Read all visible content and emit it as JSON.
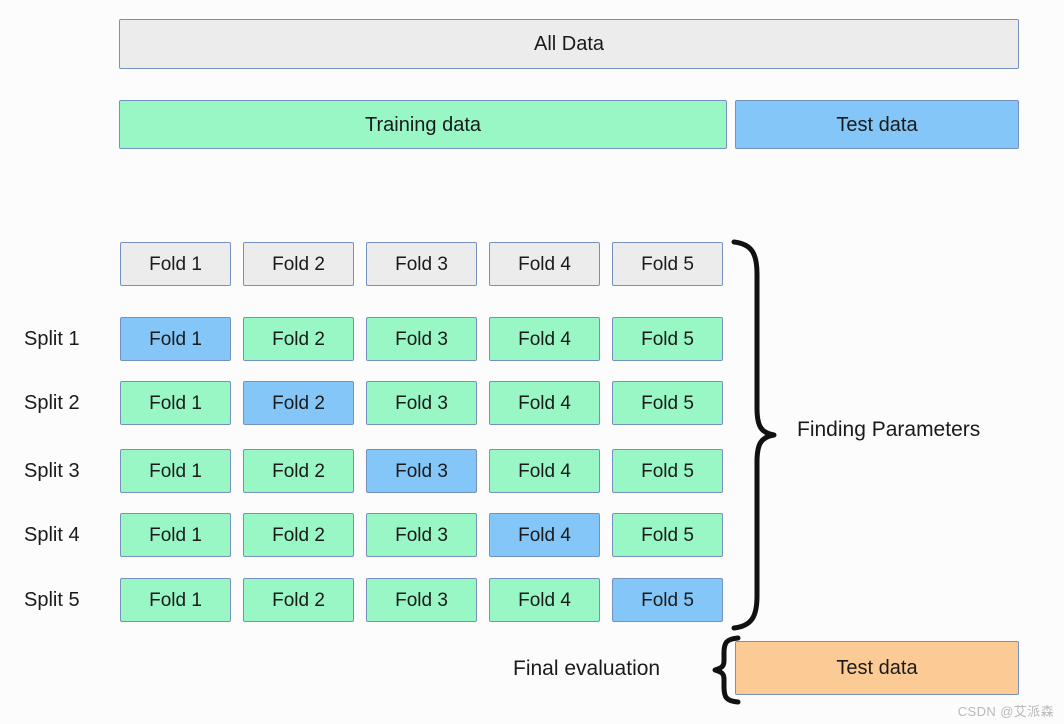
{
  "diagram": {
    "title_boxes": {
      "all_data": "All Data",
      "training_data": "Training data",
      "test_data": "Test data"
    },
    "fold_header": {
      "folds": [
        "Fold 1",
        "Fold 2",
        "Fold 3",
        "Fold 4",
        "Fold 5"
      ]
    },
    "splits": [
      {
        "label": "Split 1",
        "folds": [
          "Fold 1",
          "Fold 2",
          "Fold 3",
          "Fold 4",
          "Fold 5"
        ],
        "validation_index": 0
      },
      {
        "label": "Split 2",
        "folds": [
          "Fold 1",
          "Fold 2",
          "Fold 3",
          "Fold 4",
          "Fold 5"
        ],
        "validation_index": 1
      },
      {
        "label": "Split 3",
        "folds": [
          "Fold 1",
          "Fold 2",
          "Fold 3",
          "Fold 4",
          "Fold 5"
        ],
        "validation_index": 2
      },
      {
        "label": "Split 4",
        "folds": [
          "Fold 1",
          "Fold 2",
          "Fold 3",
          "Fold 4",
          "Fold 5"
        ],
        "validation_index": 3
      },
      {
        "label": "Split 5",
        "folds": [
          "Fold 1",
          "Fold 2",
          "Fold 3",
          "Fold 4",
          "Fold 5"
        ],
        "validation_index": 4
      }
    ],
    "annotations": {
      "finding_parameters": "Finding Parameters",
      "final_evaluation": "Final evaluation",
      "final_test_data": "Test data"
    },
    "colors": {
      "grey_fill": "#ececec",
      "green_fill": "#99f7c6",
      "blue_fill": "#84c6f7",
      "orange_fill": "#fccb95",
      "border": "#7591c0",
      "background": "#fcfcfc",
      "text": "#1a1a1a",
      "watermark": "#b9b9b9"
    }
  },
  "watermark": {
    "text": "CSDN @艾派森"
  }
}
